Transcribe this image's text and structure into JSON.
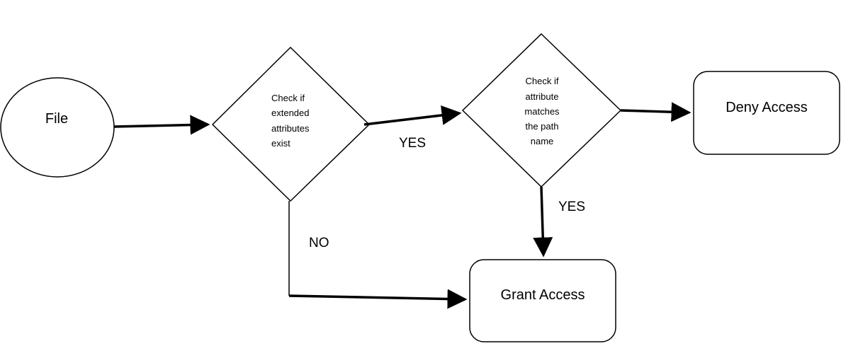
{
  "nodes": {
    "file": {
      "label": "File"
    },
    "check_extended": {
      "lines": [
        "Check if",
        "extended",
        "attributes",
        "exist"
      ]
    },
    "check_path": {
      "lines": [
        "Check if",
        "attribute",
        "matches",
        "the path",
        "name"
      ]
    },
    "deny": {
      "label": "Deny Access"
    },
    "grant": {
      "label": "Grant Access"
    }
  },
  "edges": {
    "yes_1": "YES",
    "yes_2": "YES",
    "no": "NO"
  },
  "colors": {
    "stroke": "#000000",
    "background": "#ffffff"
  }
}
